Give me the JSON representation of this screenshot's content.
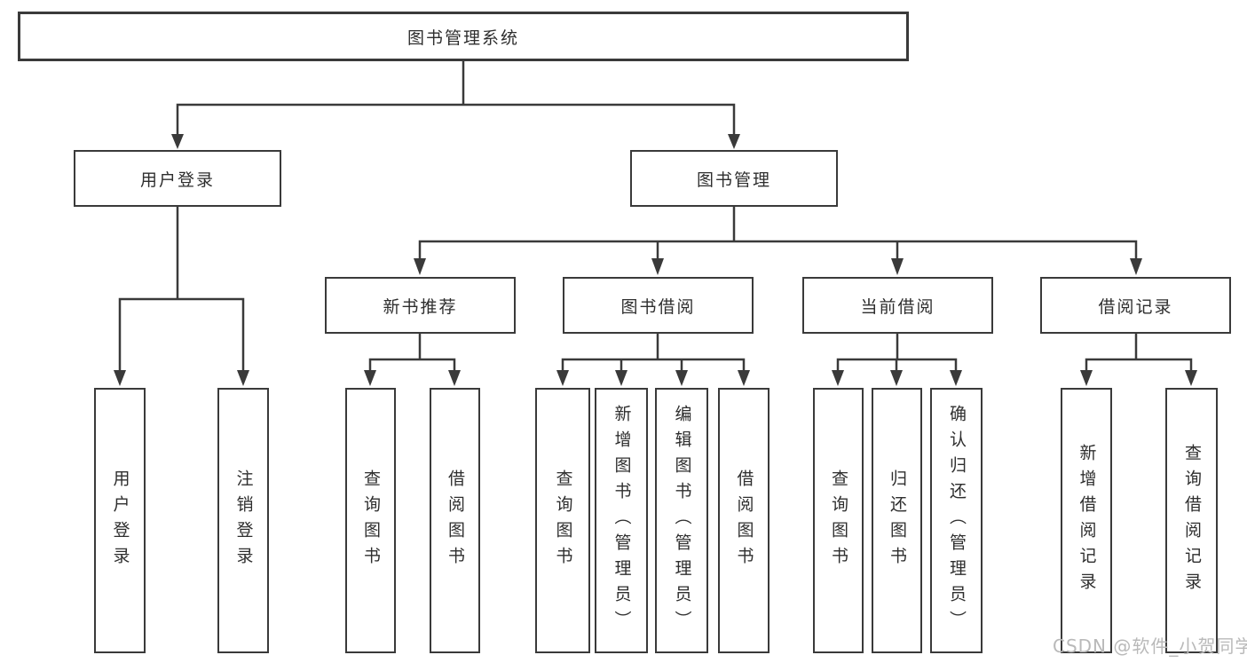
{
  "colors": {
    "line": "#3a3a3a",
    "box_border": "#3a3a3a",
    "text": "#2e2e2e",
    "background": "#ffffff",
    "watermark": "#b9b9b9"
  },
  "diagram": {
    "root": {
      "label": "图书管理系统"
    },
    "branches": [
      {
        "label": "用户登录",
        "children": [
          {
            "label": "用户登录"
          },
          {
            "label": "注销登录"
          }
        ]
      },
      {
        "label": "图书管理",
        "children": [
          {
            "label": "新书推荐",
            "children": [
              {
                "label": "查询图书"
              },
              {
                "label": "借阅图书"
              }
            ]
          },
          {
            "label": "图书借阅",
            "children": [
              {
                "label": "查询图书"
              },
              {
                "label": "新增图书（管理员）"
              },
              {
                "label": "编辑图书（管理员）"
              },
              {
                "label": "借阅图书"
              }
            ]
          },
          {
            "label": "当前借阅",
            "children": [
              {
                "label": "查询图书"
              },
              {
                "label": "归还图书"
              },
              {
                "label": "确认归还（管理员）"
              }
            ]
          },
          {
            "label": "借阅记录",
            "children": [
              {
                "label": "新增借阅记录"
              },
              {
                "label": "查询借阅记录"
              }
            ]
          }
        ]
      }
    ]
  },
  "watermark": "CSDN @软件_小贺同学"
}
